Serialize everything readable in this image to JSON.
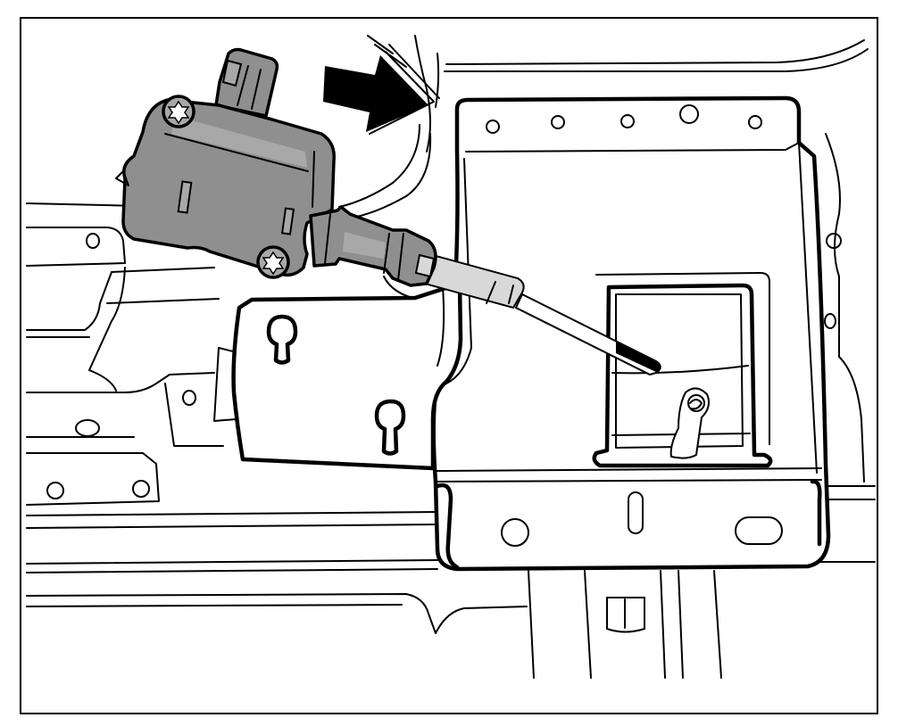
{
  "diagram": {
    "colors": {
      "background": "#ffffff",
      "line": "#000000",
      "actuator_fill": "#8f8f8f",
      "actuator_highlight": "#a8a8a8",
      "rod_fill": "#d8d8d8",
      "arrow_fill": "#000000"
    },
    "components": {
      "actuator": "fuel-door-lock-actuator",
      "screws": [
        "upper-torx-screw",
        "lower-torx-screw"
      ],
      "arrow_direction": "right"
    }
  }
}
